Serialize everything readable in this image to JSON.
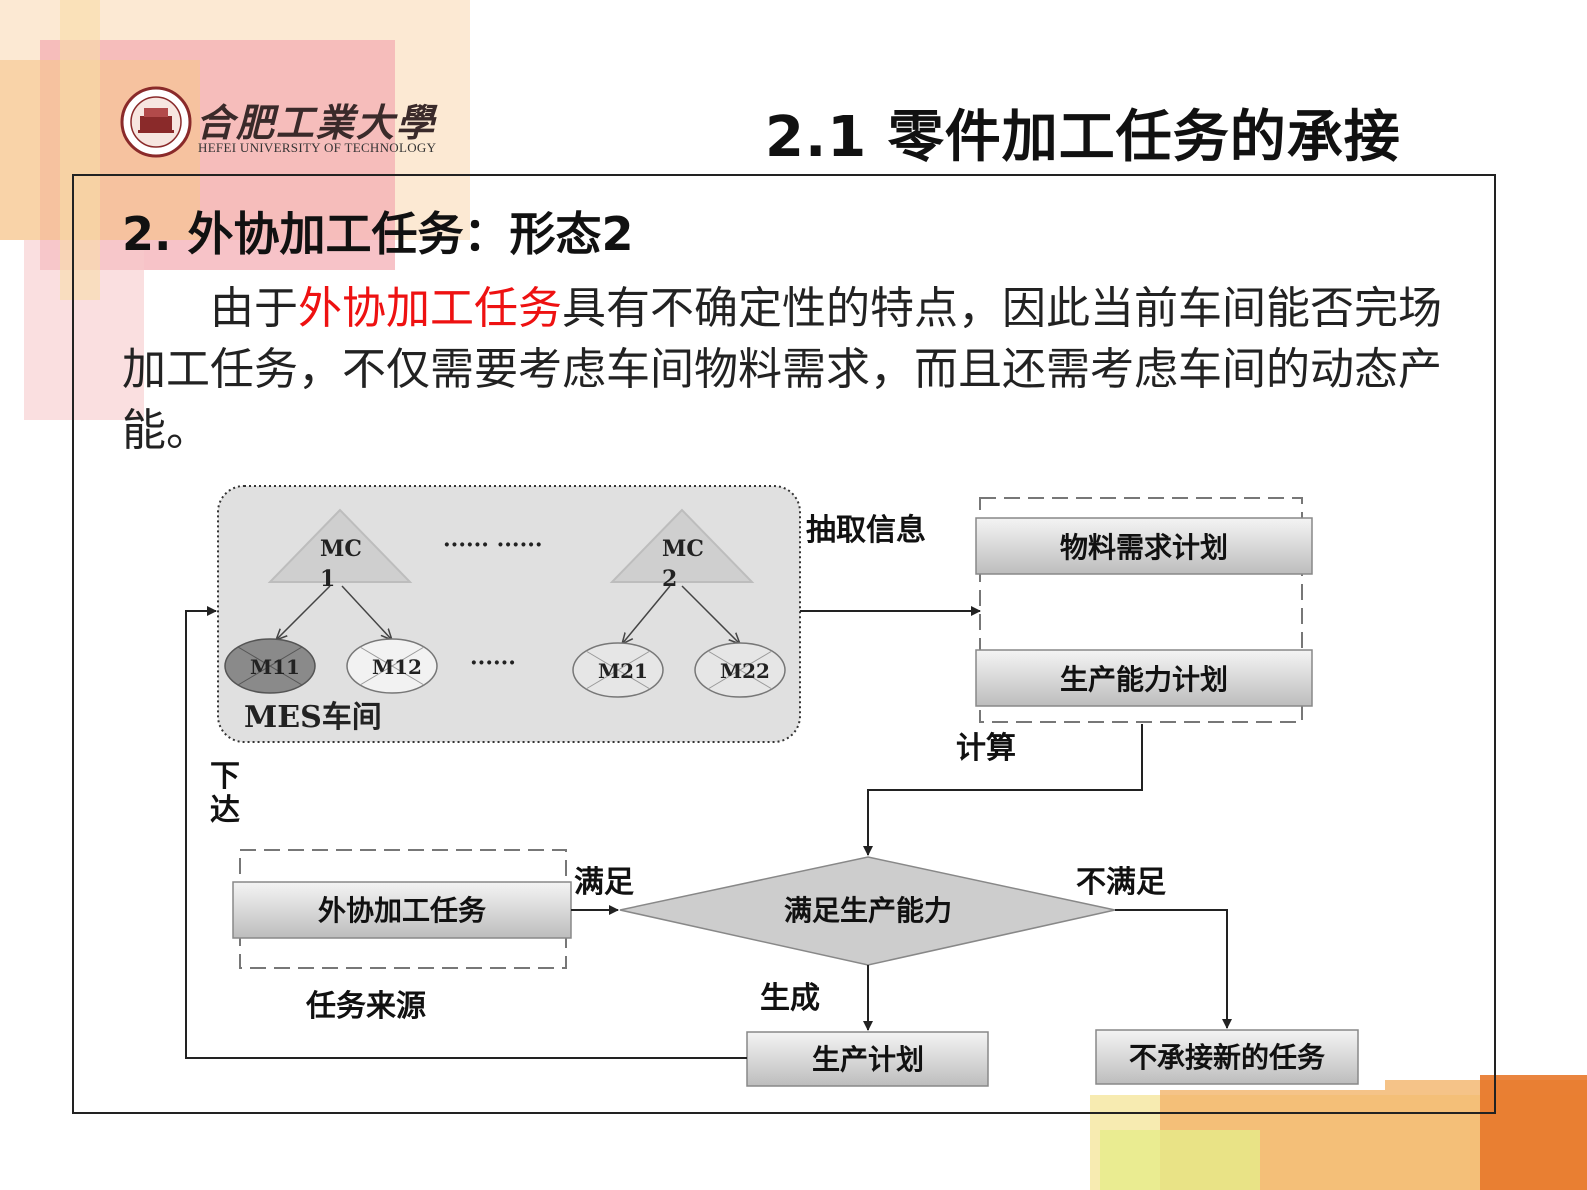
{
  "header": {
    "logo_cn": "合肥工業大學",
    "logo_en": "HEFEI UNIVERSITY OF TECHNOLOGY",
    "title": "2.1 零件加工任务的承接"
  },
  "section": {
    "heading": "2. 外协加工任务：形态2",
    "body_highlight": "外协加工任务",
    "body_pre": "由于",
    "body_post": "具有不确定性的特点，因此当前车间能否完场加工任务，不仅需要考虑车间物料需求，而且还需考虑车间的动态产能。"
  },
  "colors": {
    "highlight": "#ee1111",
    "workshop_fill": "#e0e0e0",
    "node_fill": "#d8d8d8"
  },
  "diagram": {
    "workshop_label": "MES车间",
    "mc1": "MC",
    "mc1_num": "1",
    "mc2": "MC",
    "mc2_num": "2",
    "dots_top": "······ ······",
    "dots_mid": "······",
    "m11": "M11",
    "m12": "M12",
    "m21": "M21",
    "m22": "M22",
    "extract_info": "抽取信息",
    "material_plan": "物料需求计划",
    "capacity_plan": "生产能力计划",
    "compute": "计算",
    "decision": "满足生产能力",
    "satisfy": "满足",
    "not_satisfy": "不满足",
    "generate": "生成",
    "task_box": "外协加工任务",
    "task_source": "任务来源",
    "production_plan": "生产计划",
    "reject": "不承接新的任务",
    "dispatch": "下达"
  }
}
